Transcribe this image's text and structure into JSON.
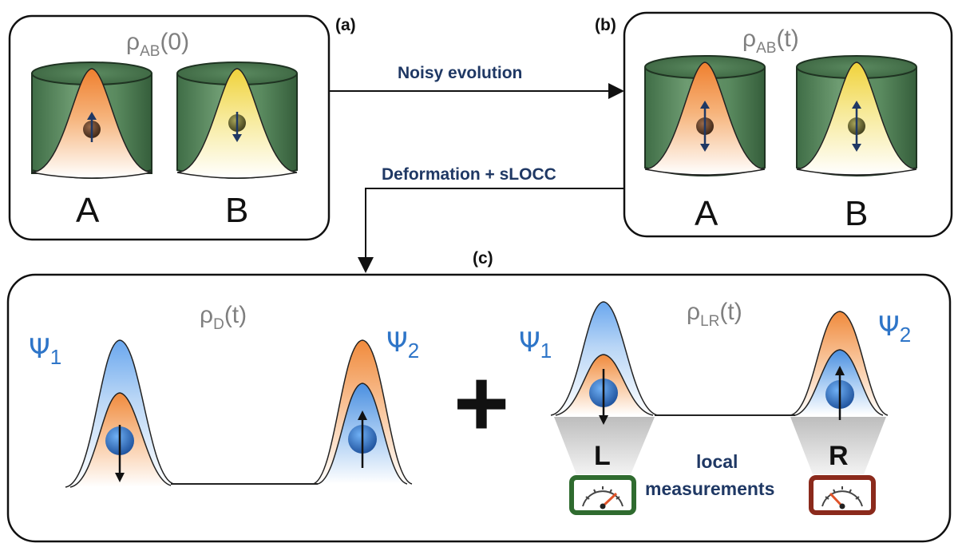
{
  "panels": {
    "a": {
      "label": "(a)",
      "state": "ρ",
      "state_sub": "AB",
      "state_arg": "(0)",
      "left_letter": "A",
      "right_letter": "B"
    },
    "b": {
      "label": "(b)",
      "state": "ρ",
      "state_sub": "AB",
      "state_arg": "(t)",
      "left_letter": "A",
      "right_letter": "B"
    },
    "c": {
      "label": "(c)",
      "left_state": "ρ",
      "left_state_sub": "D",
      "left_state_arg": "(t)",
      "right_state": "ρ",
      "right_state_sub": "LR",
      "right_state_arg": "(t)",
      "psi_symbol": "Ψ",
      "psi1_sub": "1",
      "psi2_sub": "2",
      "plus": "+",
      "meas_left": "L",
      "meas_right": "R",
      "meas_text_line1": "local",
      "meas_text_line2": "measurements"
    }
  },
  "arrows": {
    "noisy": "Noisy evolution",
    "deformation": "Deformation + sLOCC"
  },
  "colors": {
    "cylinder": "#5b8a60",
    "cylinder_dark": "#3e6b44",
    "orange_peak": "#f08a3c",
    "yellow_peak": "#f2d840",
    "blue_peak": "#4a8fe0",
    "arrow_text": "#1f3864",
    "psi": "#2e75c8",
    "meter_green": "#2f6b2f",
    "meter_red": "#8b2a1c"
  }
}
